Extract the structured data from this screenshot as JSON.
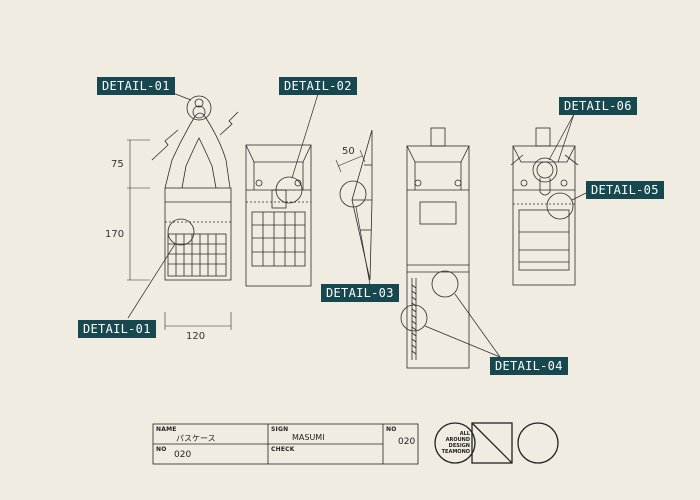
{
  "callouts": {
    "detail_01_top": "DETAIL-01",
    "detail_01_bottom": "DETAIL-01",
    "detail_02": "DETAIL-02",
    "detail_03": "DETAIL-03",
    "detail_04": "DETAIL-04",
    "detail_05": "DETAIL-05",
    "detail_06": "DETAIL-06"
  },
  "dimensions": {
    "height_upper": "75",
    "height_lower": "170",
    "width": "120",
    "side_depth": "50"
  },
  "title_block": {
    "name_header": "NAME",
    "name_value": "パスケース",
    "no_header_left": "NO",
    "no_value_left": "020",
    "sign_header": "SIGN",
    "sign_value": "MASUMI",
    "check_header": "CHECK",
    "no_header_right": "NO",
    "no_value_right": "020"
  },
  "logo": {
    "line1": "ALL",
    "line2": "AROUND",
    "line3": "DESIGN",
    "line4": "TEAMONO"
  },
  "colors": {
    "background": "#f1ece1",
    "callout_fill": "#17484f",
    "line": "#2b2b2b"
  }
}
